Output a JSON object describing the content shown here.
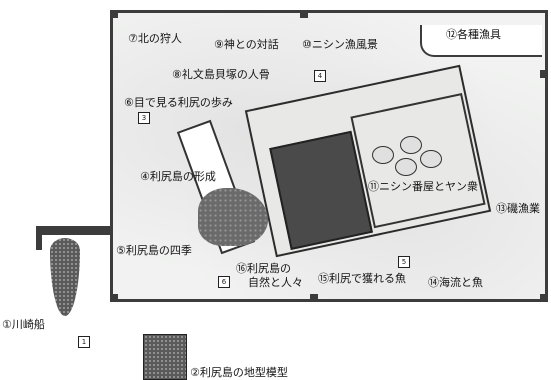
{
  "exhibits": [
    {
      "text": "⑦北の狩人"
    },
    {
      "text": "⑨神との対話"
    },
    {
      "text": "⑩ニシン漁風景"
    },
    {
      "text": "⑫各種漁具"
    },
    {
      "text": "⑧礼文島貝塚の人骨"
    },
    {
      "text": "⑥目で見る利尻の歩み"
    },
    {
      "text": "④利尻島の形成"
    },
    {
      "text": "⑪ニシン番屋とヤン衆"
    },
    {
      "text": "⑬磯漁業"
    },
    {
      "text": "⑤利尻島の四季"
    },
    {
      "text": "⑯利尻島の"
    },
    {
      "text": "自然と人々"
    },
    {
      "text": "⑮利尻で獲れる魚"
    },
    {
      "text": "⑭海流と魚"
    },
    {
      "text": "①川崎船"
    },
    {
      "text": "②利尻島の地型模型"
    }
  ],
  "markers": [
    "4",
    "3",
    "5",
    "6",
    "1"
  ]
}
